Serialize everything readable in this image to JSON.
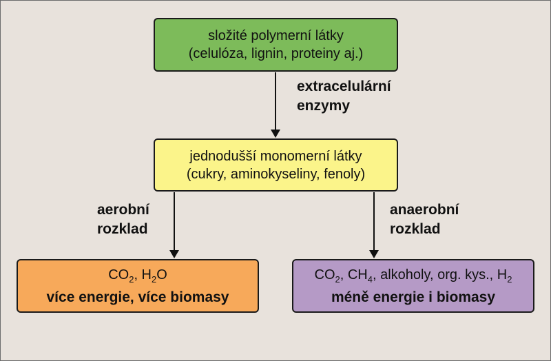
{
  "top_box": {
    "line1": "složité polymerní látky",
    "line2": "(celulóza, lignin, proteiny aj.)"
  },
  "middle_box": {
    "line1": "jednodušší monomerní látky",
    "line2": "(cukry, aminokyseliny, fenoly)"
  },
  "left_box": {
    "co": "CO",
    "co_sub": "2",
    "sep": ", H",
    "h_sub": "2",
    "o": "O",
    "line2": "více energie, více biomasy"
  },
  "right_box": {
    "co": "CO",
    "co_sub": "2",
    "ch": ", CH",
    "ch_sub": "4",
    "rest": ", alkoholy, org. kys., H",
    "h_sub": "2",
    "line2": "méně energie i biomasy"
  },
  "labels": {
    "extracellular_1": "extracelulární",
    "extracellular_2": "enzymy",
    "aerobic_1": "aerobní",
    "aerobic_2": "rozklad",
    "anaerobic_1": "anaerobní",
    "anaerobic_2": "rozklad"
  },
  "colors": {
    "top": "#7dbb5a",
    "middle": "#fbf48a",
    "left": "#f7a95a",
    "right": "#b59ac6",
    "background": "#e8e2dc"
  }
}
